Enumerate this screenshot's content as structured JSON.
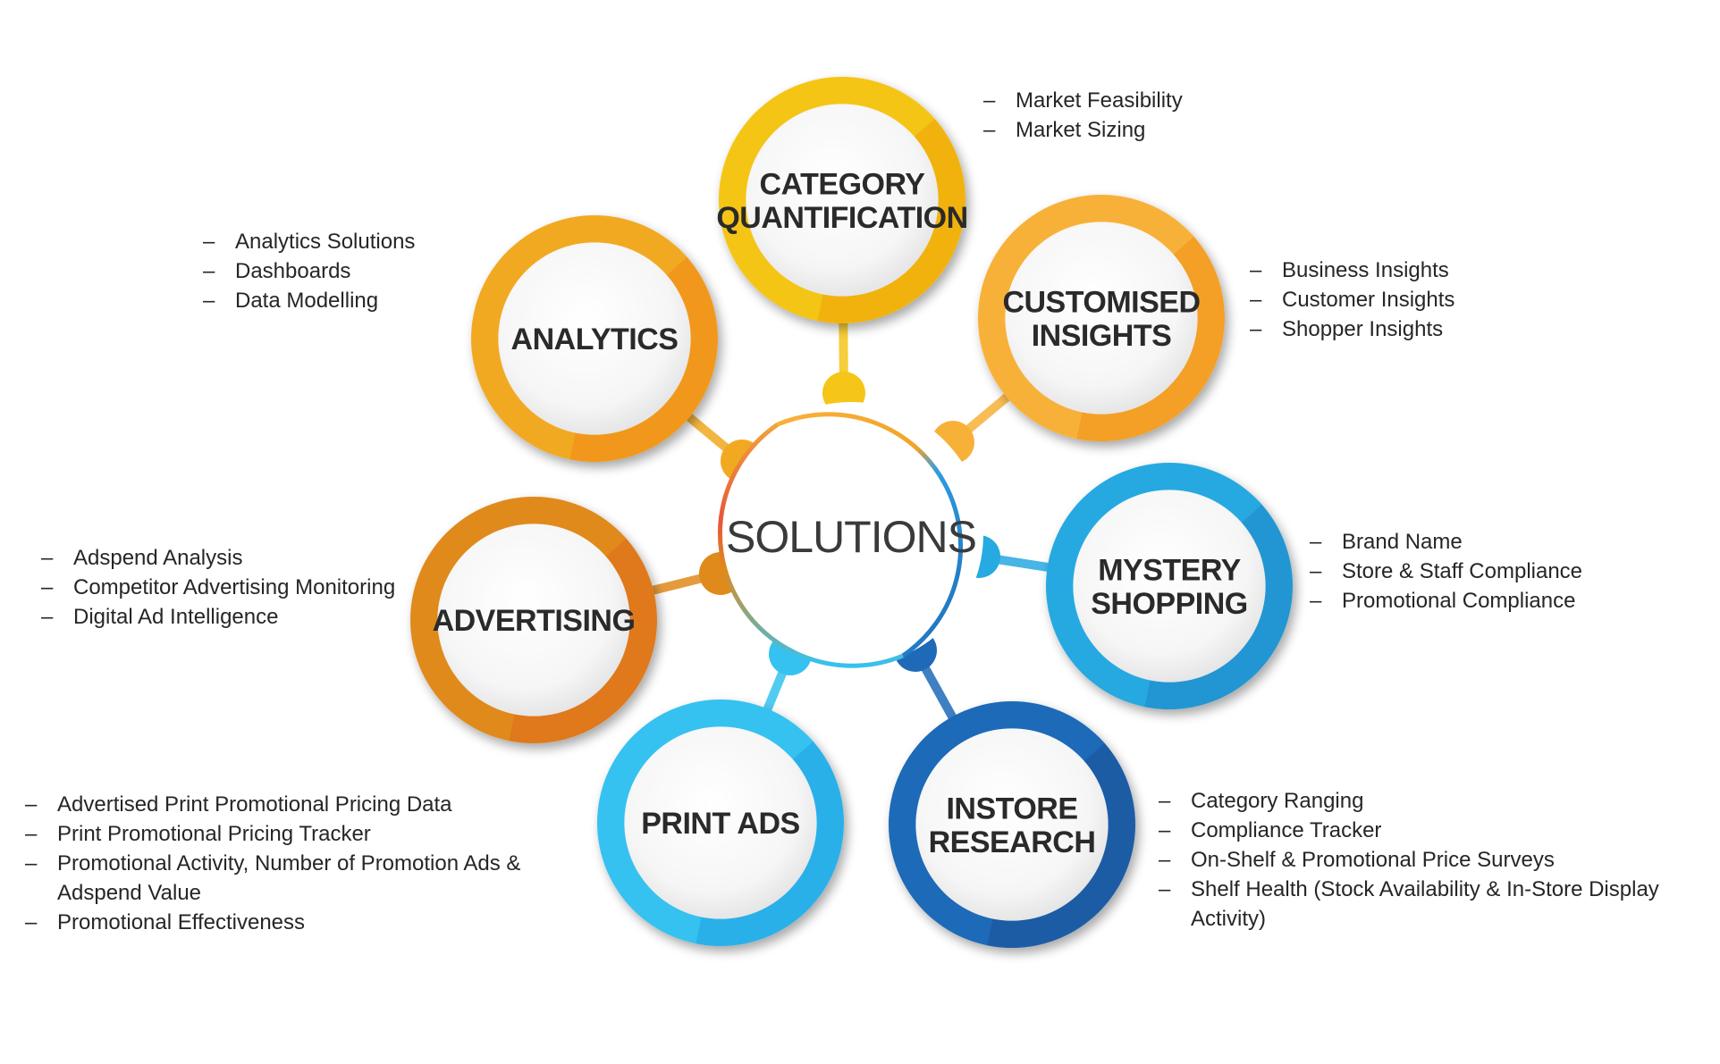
{
  "center": {
    "title": "SOLUTIONS"
  },
  "nodes": [
    {
      "id": "category-quantification",
      "title_lines": [
        "CATEGORY",
        "QUANTIFICATION"
      ],
      "color_main": "#f5c518",
      "color_dark": "#eea20a",
      "items": [
        "Market Feasibility",
        "Market Sizing"
      ]
    },
    {
      "id": "customised-insights",
      "title_lines": [
        "CUSTOMISED",
        "INSIGHTS"
      ],
      "color_main": "#f8b138",
      "color_dark": "#f08f1a",
      "items": [
        "Business Insights",
        "Customer Insights",
        "Shopper Insights"
      ]
    },
    {
      "id": "mystery-shopping",
      "title_lines": [
        "MYSTERY",
        "SHOPPING"
      ],
      "color_main": "#27a9e1",
      "color_dark": "#1d86c7",
      "items": [
        "Brand Name",
        "Store & Staff Compliance",
        "Promotional Compliance"
      ]
    },
    {
      "id": "instore-research",
      "title_lines": [
        "INSTORE",
        "RESEARCH"
      ],
      "color_main": "#1e6ab8",
      "color_dark": "#1a4f95",
      "items": [
        "Category Ranging",
        "Compliance Tracker",
        "On-Shelf & Promotional Price Surveys",
        "Shelf Health (Stock Availability & In-Store Display Activity)"
      ]
    },
    {
      "id": "print-ads",
      "title_lines": [
        "PRINT ADS"
      ],
      "color_main": "#35c2f0",
      "color_dark": "#20a3e3",
      "items": [
        "Advertised Print Promotional Pricing Data",
        "Print Promotional Pricing Tracker",
        "Promotional Activity, Number of Promotion Ads & Adspend Value",
        "Promotional Effectiveness"
      ]
    },
    {
      "id": "advertising",
      "title_lines": [
        "ADVERTISING"
      ],
      "color_main": "#e08a1c",
      "color_dark": "#e06a1a",
      "items": [
        "Adspend Analysis",
        "Competitor Advertising Monitoring",
        "Digital Ad Intelligence"
      ]
    },
    {
      "id": "analytics",
      "title_lines": [
        "ANALYTICS"
      ],
      "color_main": "#f2a922",
      "color_dark": "#f08a1a",
      "items": [
        "Analytics Solutions",
        "Dashboards",
        "Data Modelling"
      ]
    }
  ]
}
